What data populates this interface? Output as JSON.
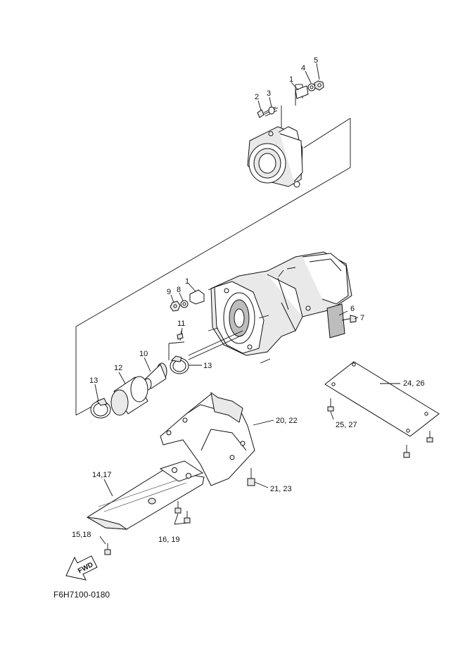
{
  "diagram": {
    "code": "F6H7100-0180",
    "fwd_label": "FWD",
    "callouts": {
      "c1a": "1",
      "c2": "2",
      "c3": "3",
      "c4": "4",
      "c5": "5",
      "c1b": "1",
      "c8": "8",
      "c9": "9",
      "c6": "6",
      "c7": "7",
      "c11": "11",
      "c10": "10",
      "c12": "12",
      "c13a": "13",
      "c13b": "13",
      "c24_26": "24, 26",
      "c25_27": "25, 27",
      "c20_22": "20, 22",
      "c21_23": "21, 23",
      "c14_17": "14,17",
      "c16_19": "16, 19",
      "c15_18": "15,18"
    }
  }
}
